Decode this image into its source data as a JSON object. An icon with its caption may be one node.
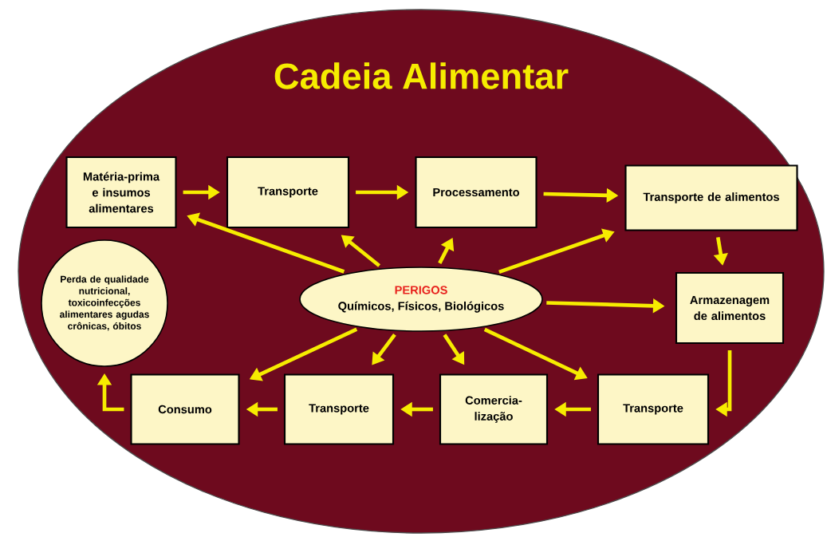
{
  "diagram": {
    "title": "Cadeia Alimentar",
    "nodes": [
      {
        "text": [
          "Matéria-prima e insumos alimentares"
        ]
      },
      {
        "text": [
          "Transporte"
        ]
      },
      {
        "text": [
          "Processamento"
        ]
      },
      {
        "text": [
          "Transporte de alimentos"
        ]
      },
      {
        "text": [
          "Armazenagem de alimentos"
        ]
      },
      {
        "text": [
          "Transporte"
        ]
      },
      {
        "text": [
          "Comercia- lização"
        ]
      },
      {
        "text": [
          "Transporte"
        ]
      },
      {
        "text": [
          "Consumo"
        ]
      },
      {
        "text": [
          "Perda de qualidade nutricional, toxicoinfecções alimentares agudas crônicas, óbitos"
        ]
      },
      {
        "text": [
          "PERIGOS",
          "Químicos, Físicos, Biológicos"
        ]
      }
    ],
    "edges": [
      {
        "from": 0,
        "to": 1,
        "arrow": "to"
      },
      {
        "from": 1,
        "to": 2,
        "arrow": "to"
      },
      {
        "from": 2,
        "to": 3,
        "arrow": "to"
      },
      {
        "from": 3,
        "to": 4,
        "arrow": "to"
      },
      {
        "from": 4,
        "to": 5,
        "arrow": "to"
      },
      {
        "from": 5,
        "to": 6,
        "arrow": "to"
      },
      {
        "from": 6,
        "to": 7,
        "arrow": "to"
      },
      {
        "from": 7,
        "to": 8,
        "arrow": "to"
      },
      {
        "from": 8,
        "to": 9,
        "arrow": "to"
      },
      {
        "from": 10,
        "to": 0,
        "arrow": "to"
      },
      {
        "from": 10,
        "to": 1,
        "arrow": "to"
      },
      {
        "from": 10,
        "to": 2,
        "arrow": "to"
      },
      {
        "from": 10,
        "to": 3,
        "arrow": "to"
      },
      {
        "from": 10,
        "to": 4,
        "arrow": "to"
      },
      {
        "from": 10,
        "to": 5,
        "arrow": "to"
      },
      {
        "from": 10,
        "to": 6,
        "arrow": "to"
      },
      {
        "from": 10,
        "to": 7,
        "arrow": "to"
      },
      {
        "from": 10,
        "to": 8,
        "arrow": "to"
      }
    ]
  }
}
